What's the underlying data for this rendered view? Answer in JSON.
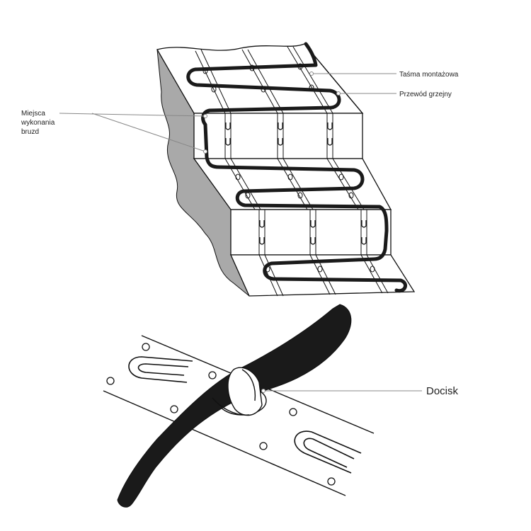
{
  "labels": {
    "mounting_tape": "Taśma montażowa",
    "heating_wire": "Przewód grzejny",
    "groove_places": [
      "Miejsca",
      "wykonania",
      "bruzd"
    ],
    "clamp": "Docisk"
  },
  "colors": {
    "wall_shadow": "#a9a9a9",
    "line": "#111111",
    "wire": "#1a1a1a",
    "leader": "#888888"
  }
}
